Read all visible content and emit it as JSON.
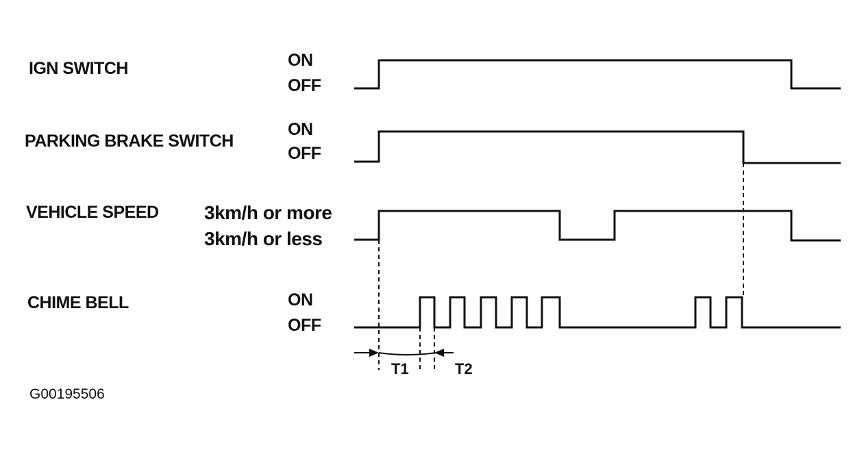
{
  "signals": [
    {
      "id": "ign",
      "label": "IGN SWITCH",
      "high_label": "ON",
      "low_label": "OFF"
    },
    {
      "id": "brake",
      "label": "PARKING BRAKE SWITCH",
      "high_label": "ON",
      "low_label": "OFF"
    },
    {
      "id": "speed",
      "label": "VEHICLE SPEED",
      "high_label": "3km/h or more",
      "low_label": "3km/h or less"
    },
    {
      "id": "chime",
      "label": "CHIME BELL",
      "high_label": "ON",
      "low_label": "OFF"
    }
  ],
  "timing": {
    "t1_label": "T1",
    "t2_label": "T2"
  },
  "figure_id": "G00195506"
}
